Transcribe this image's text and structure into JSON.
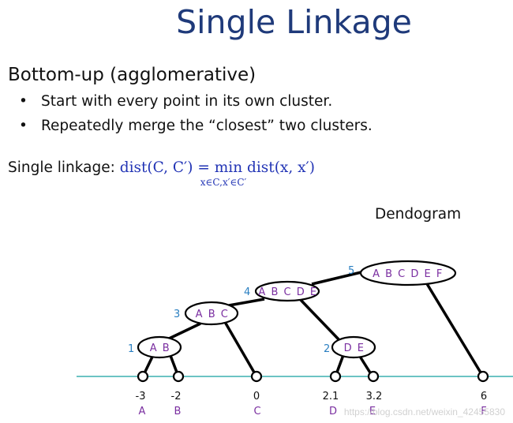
{
  "title": "Single Linkage",
  "subheading": "Bottom-up (agglomerative)",
  "bullets": [
    "Start with every point in its own cluster.",
    "Repeatedly merge the “closest” two clusters."
  ],
  "bullet_symbol": "•",
  "formula": {
    "label": "Single linkage: ",
    "lhs": "dist(C, C′) = ",
    "op": "min",
    "subscript": "x∈C,x′∈C′",
    "rhs": " dist(x, x′)"
  },
  "dendrogram_label": "Dendogram",
  "leaves": [
    {
      "value": "-3",
      "letter": "A"
    },
    {
      "value": "-2",
      "letter": "B"
    },
    {
      "value": "0",
      "letter": "C"
    },
    {
      "value": "2.1",
      "letter": "D"
    },
    {
      "value": "3.2",
      "letter": "E"
    },
    {
      "value": "6",
      "letter": "F"
    }
  ],
  "merges": [
    {
      "step": "1",
      "label": "A B"
    },
    {
      "step": "2",
      "label": "D E"
    },
    {
      "step": "3",
      "label": "A B C"
    },
    {
      "step": "4",
      "label": "A B C D E"
    },
    {
      "step": "5",
      "label": "A B C D E F"
    }
  ],
  "watermark": "https://blog.csdn.net/weixin_42455830",
  "colors": {
    "title": "#1f3a7a",
    "formula": "#2234b5",
    "cluster_label": "#7a2ea0",
    "step_number": "#2a7fc1",
    "axis": "#6cc4c4",
    "leaf_letter": "#7a2ea0"
  }
}
